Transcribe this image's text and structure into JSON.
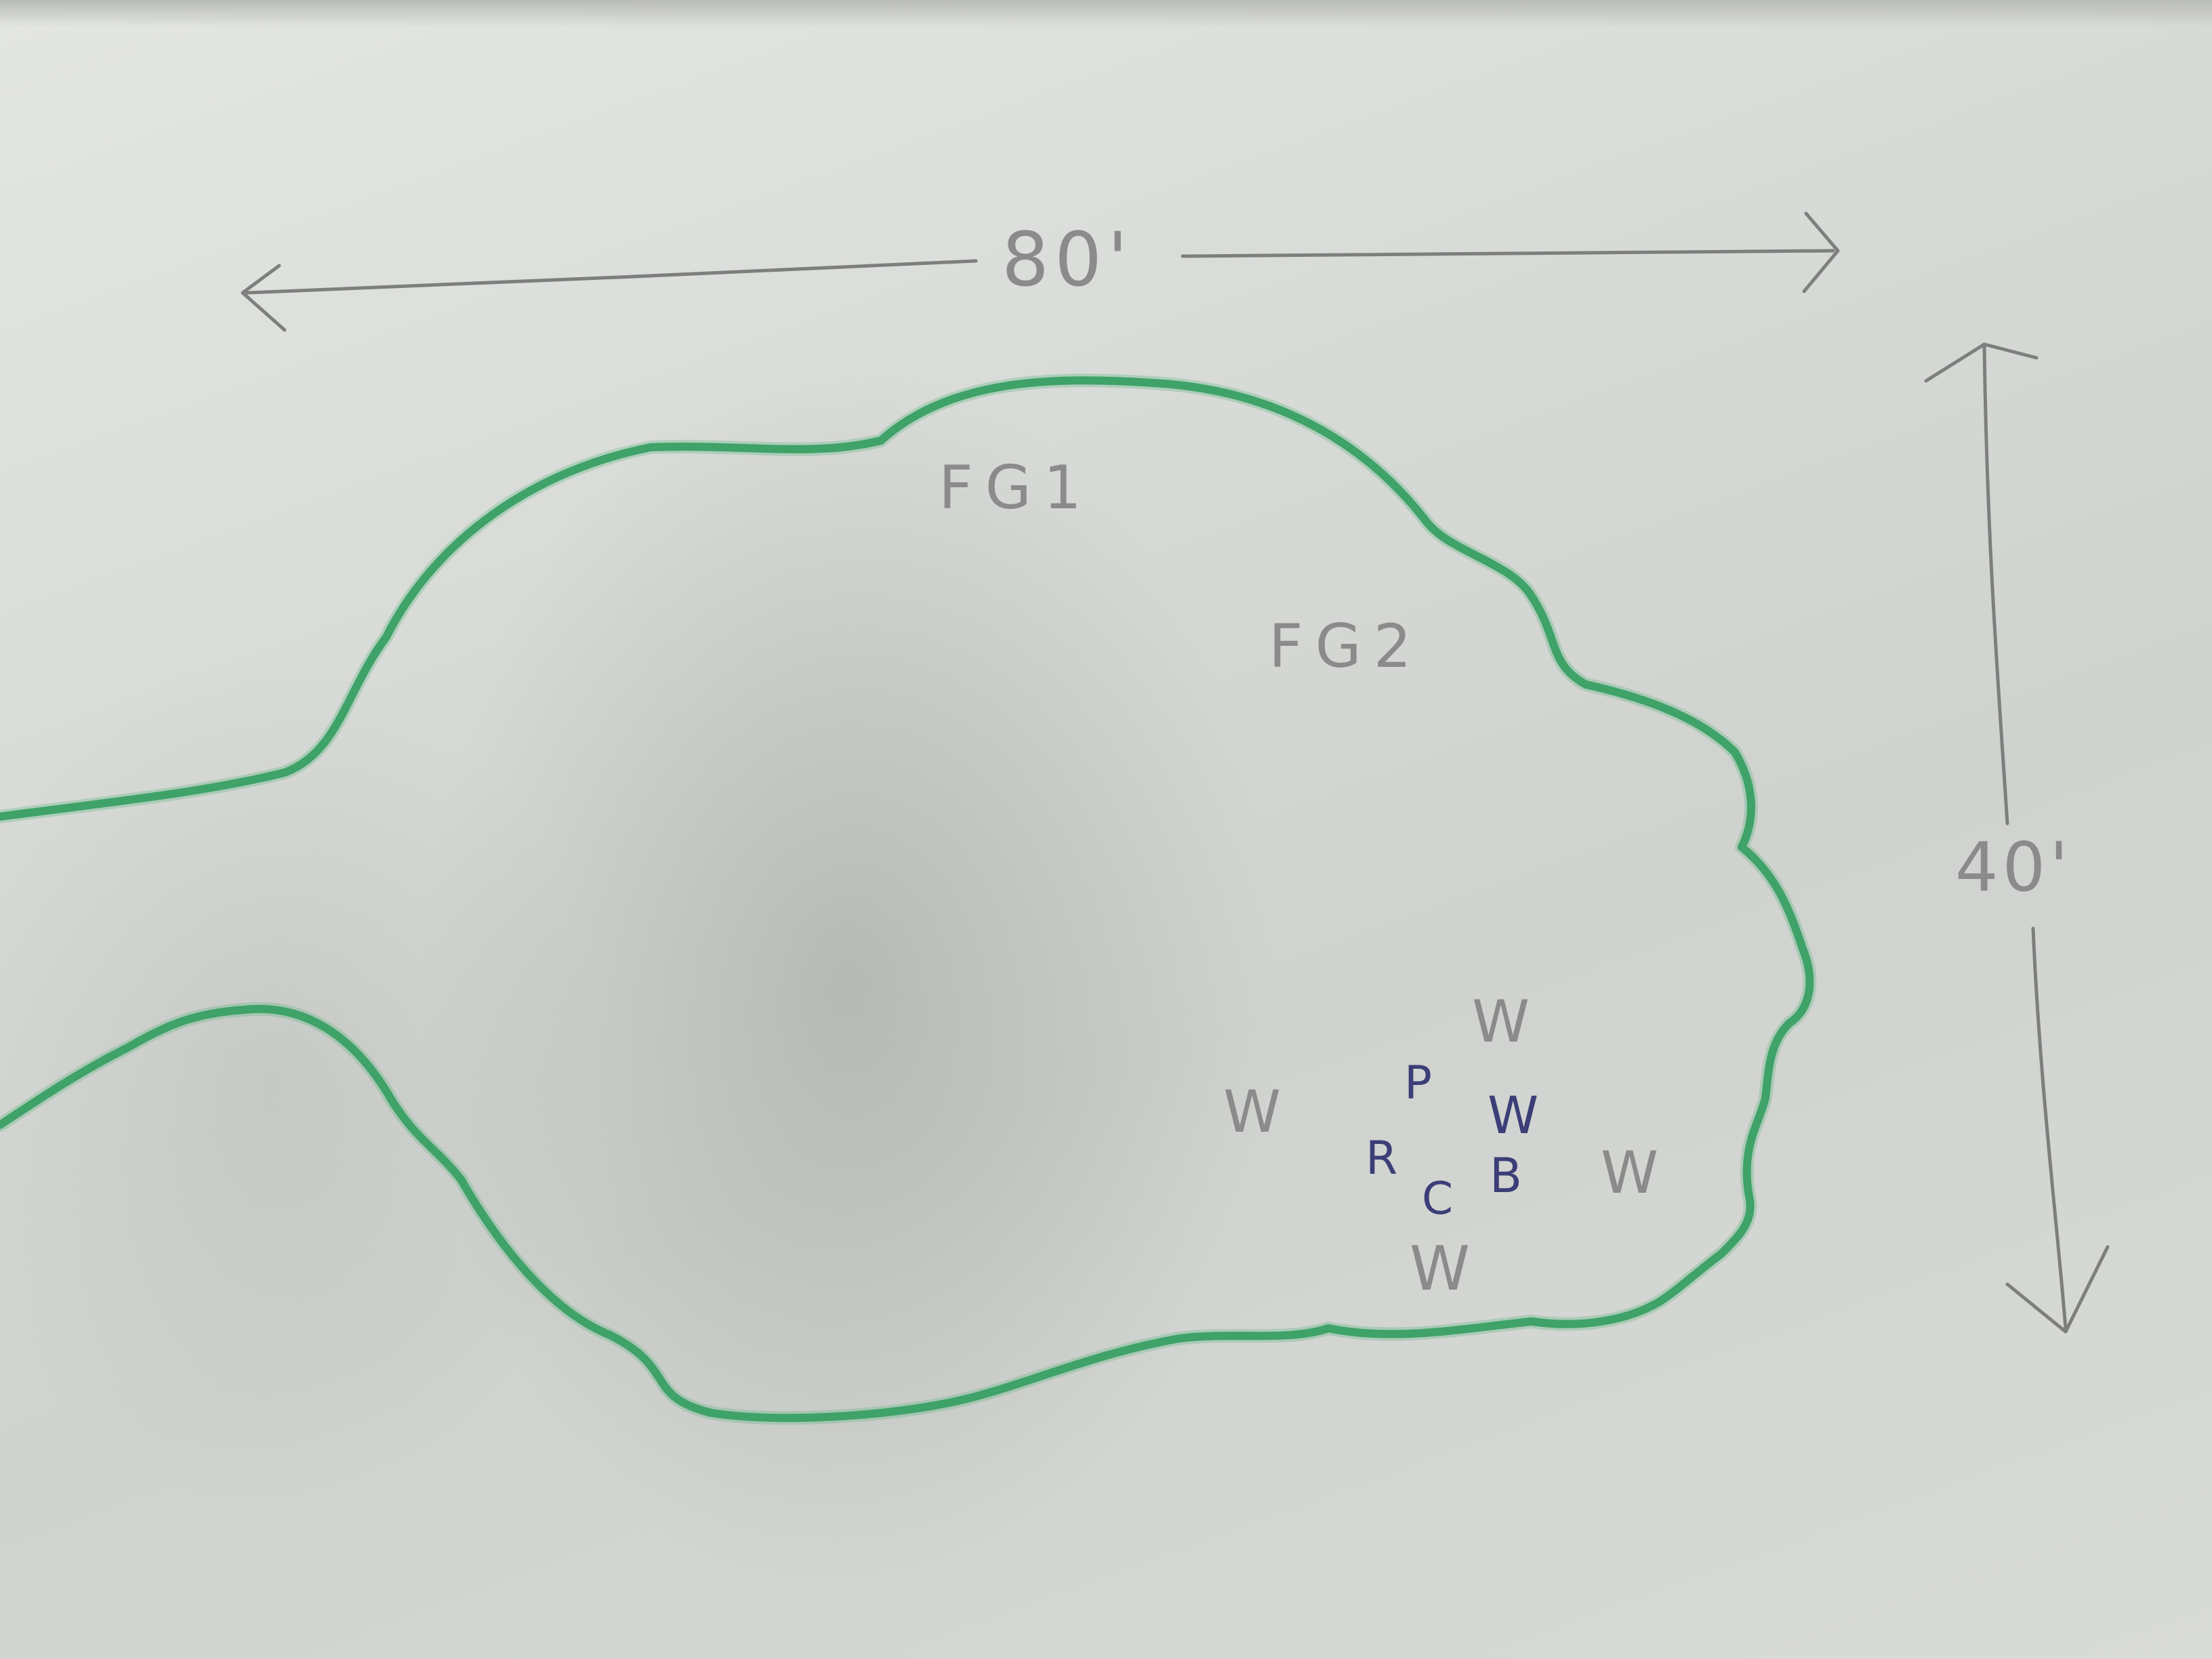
{
  "dimensions": {
    "width_label": "80'",
    "height_label": "40'"
  },
  "regions": {
    "zone_1_label": "FG1",
    "zone_2_label": "FG2"
  },
  "markers": {
    "w": "W",
    "p": "P",
    "r": "R",
    "c": "C",
    "b": "B"
  },
  "colors": {
    "outline": "#3fa268",
    "pencil": "#7d7f7d",
    "ink": "#3c3e78"
  }
}
